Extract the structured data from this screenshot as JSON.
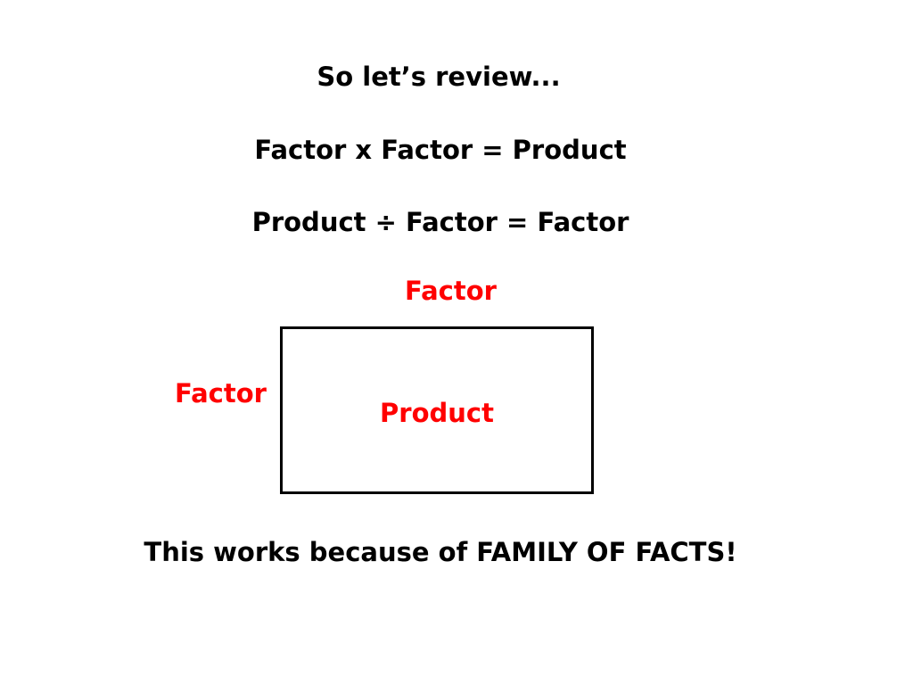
{
  "colors": {
    "text": "#000000",
    "accent": "#ff0000",
    "background": "#ffffff"
  },
  "slide": {
    "title": "So let’s review...",
    "equation_multiply": "Factor x Factor = Product",
    "equation_divide": "Product ÷ Factor = Factor",
    "conclusion": "This works because of FAMILY OF FACTS!"
  },
  "area_model": {
    "top_label": "Factor",
    "side_label": "Factor",
    "inner_label": "Product"
  }
}
